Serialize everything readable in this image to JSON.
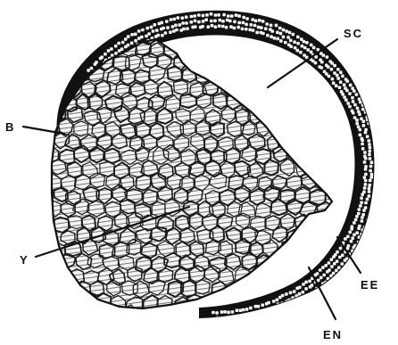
{
  "figure": {
    "labels": {
      "sc": "SC",
      "b": "B",
      "y": "Y",
      "ee": "EE",
      "en": "EN"
    }
  },
  "colors": {
    "ink": "#111111",
    "paper": "#ffffff",
    "yolk_fill": "#e9e9e9"
  }
}
